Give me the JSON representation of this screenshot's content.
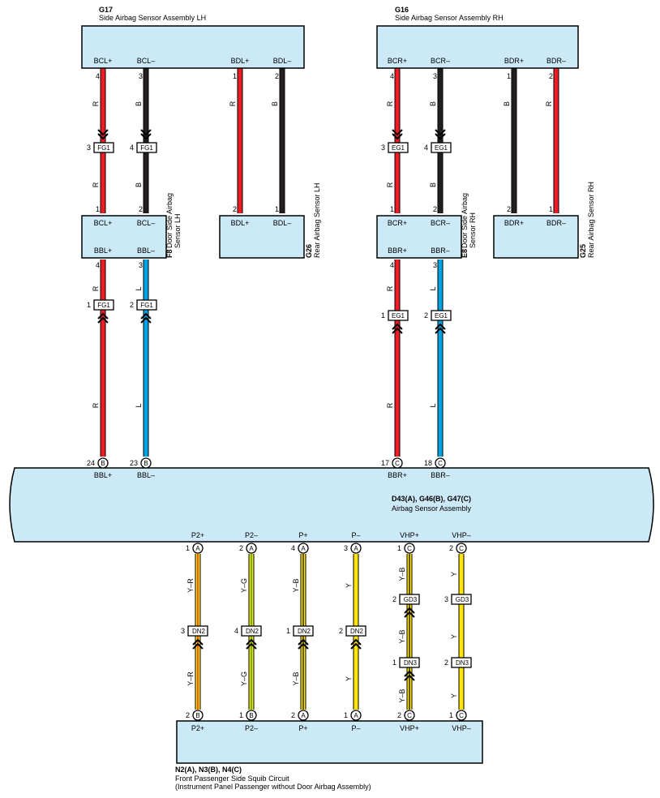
{
  "components": {
    "g17": {
      "ref": "G17",
      "name": "Side Airbag Sensor Assembly LH"
    },
    "g16": {
      "ref": "G16",
      "name": "Side Airbag Sensor Assembly RH"
    },
    "f8": {
      "ref": "F8",
      "name_line1": "Door Side Airbag",
      "name_line2": "Sensor LH"
    },
    "e8": {
      "ref": "E8",
      "name_line1": "Door Side Airbag",
      "name_line2": "Sensor RH"
    },
    "g26": {
      "ref": "G26",
      "name": "Rear Airbag Sensor LH"
    },
    "g25": {
      "ref": "G25",
      "name": "Rear Airbag Sensor RH"
    },
    "airbag": {
      "ref": "D43(A), G46(B), G47(C)",
      "name": "Airbag Sensor Assembly"
    },
    "squib": {
      "ref": "N2(A), N3(B), N4(C)",
      "name": "Front Passenger Side Squib Circuit",
      "note": "(Instrument Panel Passenger without Door Airbag Assembly)"
    }
  },
  "colors": {
    "R": "#ee1c25",
    "B": "#231f20",
    "L": "#00a4e4",
    "Y": "#ffe600",
    "G": "#2e9b3e",
    "box_fill": "#cce9f7"
  },
  "icons": {
    "pin_arrow": "double-chevron-icon"
  },
  "pins": {
    "g17": [
      "BCL+",
      "BCL–",
      "BDL+",
      "BDL–"
    ],
    "g16": [
      "BCR+",
      "BCR–",
      "BDR+",
      "BDR–"
    ],
    "f8_top": [
      "BCL+",
      "BCL–"
    ],
    "f8_bot": [
      "BBL+",
      "BBL–"
    ],
    "e8_top": [
      "BCR+",
      "BCR–"
    ],
    "e8_bot": [
      "BBR+",
      "BBR–"
    ],
    "g26": [
      "BDL+",
      "BDL–"
    ],
    "g25": [
      "BDR+",
      "BDR–"
    ],
    "airbag_top": [
      "BBL+",
      "BBL–",
      "BBR+",
      "BBR–"
    ],
    "airbag_bot": [
      "P2+",
      "P2–",
      "P+",
      "P–",
      "VHP+",
      "VHP–"
    ],
    "squib": [
      "P2+",
      "P2–",
      "P+",
      "P–",
      "VHP+",
      "VHP–"
    ]
  },
  "pin_numbers": {
    "g17": [
      "4",
      "3",
      "1",
      "2"
    ],
    "g16": [
      "4",
      "3",
      "1",
      "2"
    ],
    "f8_top": [
      "1",
      "2"
    ],
    "f8_bot": [
      "4",
      "3"
    ],
    "e8_top": [
      "1",
      "2"
    ],
    "e8_bot": [
      "4",
      "3"
    ],
    "g26": [
      "2",
      "1"
    ],
    "g25": [
      "2",
      "1"
    ],
    "airbag_top": [
      "24",
      "23",
      "17",
      "18"
    ],
    "airbag_bot": [
      "1",
      "2",
      "4",
      "3",
      "1",
      "2"
    ],
    "squib": [
      "2",
      "1",
      "2",
      "1",
      "2",
      "1"
    ]
  },
  "connector_letters": {
    "airbag_top": [
      "B",
      "B",
      "C",
      "C"
    ],
    "airbag_bot": [
      "A",
      "A",
      "A",
      "A",
      "C",
      "C"
    ],
    "squib": [
      "B",
      "B",
      "A",
      "A",
      "C",
      "C"
    ]
  },
  "junctions": {
    "fg1_top": {
      "name": "FG1",
      "pins": [
        "3",
        "4"
      ]
    },
    "eg1_top": {
      "name": "EG1",
      "pins": [
        "3",
        "4"
      ]
    },
    "fg1_bot": {
      "name": "FG1",
      "pins": [
        "1",
        "2"
      ]
    },
    "eg1_bot": {
      "name": "EG1",
      "pins": [
        "1",
        "2"
      ]
    },
    "dn2": {
      "name": "DN2",
      "pins": [
        "3",
        "4",
        "1",
        "2"
      ]
    },
    "gd3": {
      "name": "GD3",
      "pins": [
        "2",
        "3"
      ]
    },
    "dn3": {
      "name": "DN3",
      "pins": [
        "1",
        "2"
      ]
    }
  },
  "wire_codes": {
    "r": "R",
    "b": "B",
    "l": "L",
    "y": "Y",
    "yr": "Y–R",
    "yg": "Y–G",
    "yb": "Y–B"
  }
}
